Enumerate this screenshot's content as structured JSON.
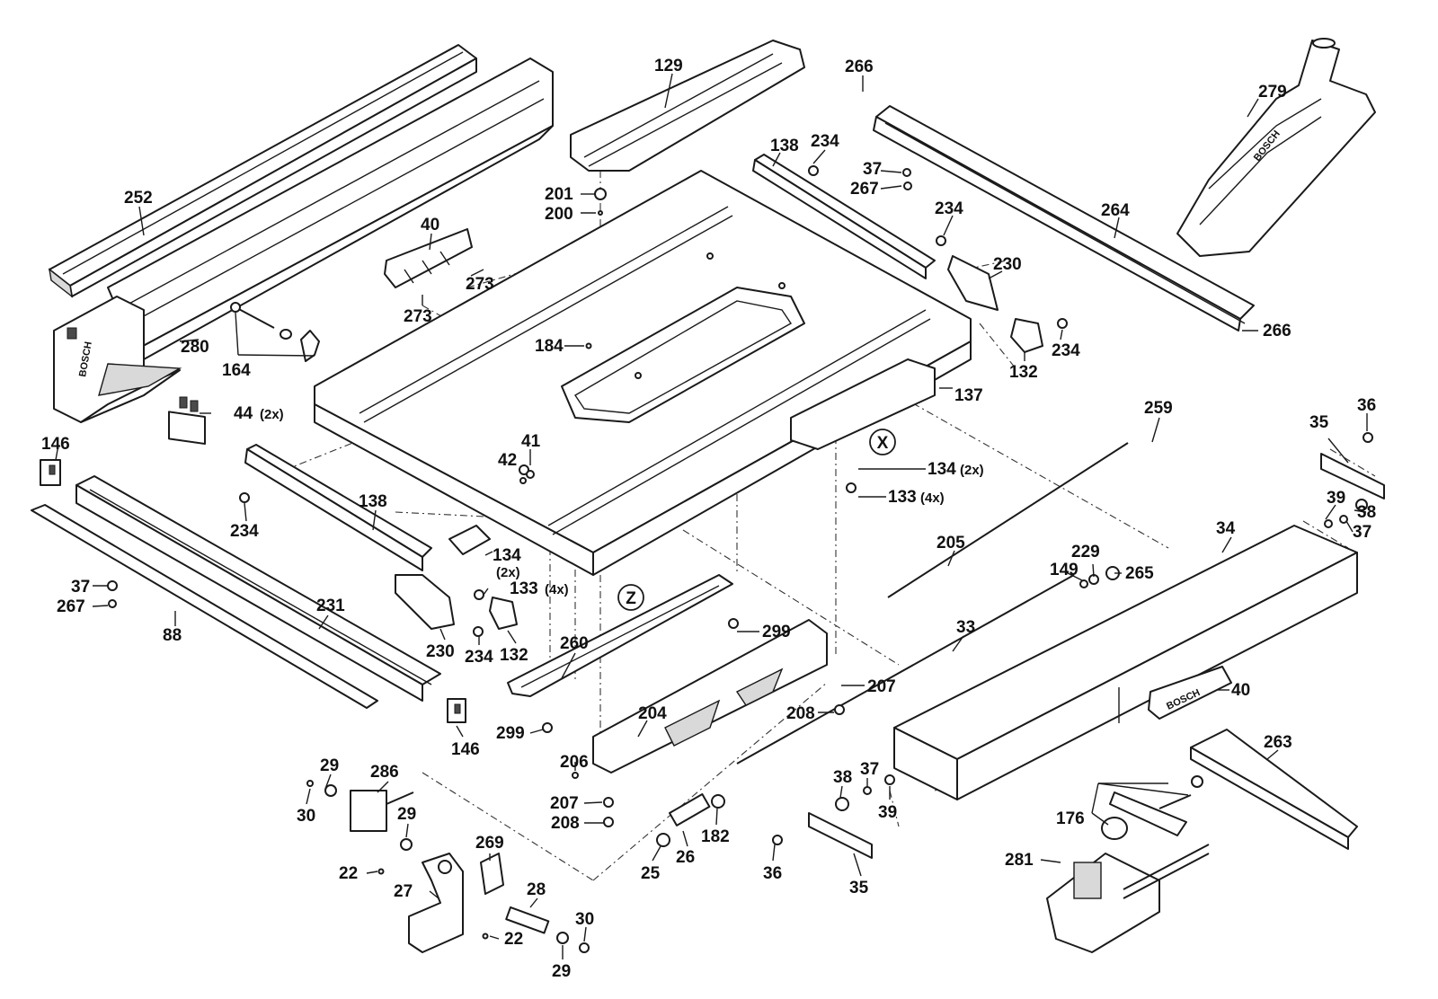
{
  "labels": {
    "p129": "129",
    "p266a": "266",
    "p279": "279",
    "p252": "252",
    "p138a": "138",
    "p234a": "234",
    "p37a": "37",
    "p267a": "267",
    "p201": "201",
    "p200": "200",
    "p40a": "40",
    "p234b": "234",
    "p264": "264",
    "p273a": "273",
    "p273b": "273",
    "p230a": "230",
    "p280": "280",
    "p164": "164",
    "p184": "184",
    "p266b": "266",
    "p234c": "234",
    "p132a": "132",
    "p44": "44",
    "p44q": "(2x)",
    "p137": "137",
    "p259": "259",
    "p36a": "36",
    "p146a": "146",
    "p41": "41",
    "p42": "42",
    "p35a": "35",
    "p134a": "134",
    "p134aq": "(2x)",
    "p133a": "133",
    "p133aq": "(4x)",
    "p138b": "138",
    "p39a": "39",
    "p38a": "38",
    "p37b": "37",
    "p234d": "234",
    "p205": "205",
    "p34": "34",
    "p134b": "134",
    "p134bq": "(2x)",
    "p229": "229",
    "p149": "149",
    "p265": "265",
    "p37c": "37",
    "p133b": "133",
    "p133bq": "(4x)",
    "p231": "231",
    "p267b": "267",
    "p299a": "299",
    "p88": "88",
    "p260": "260",
    "p33": "33",
    "p230b": "230",
    "p234e": "234",
    "p132b": "132",
    "p207a": "207",
    "p40b": "40",
    "p204": "204",
    "p208a": "208",
    "p299b": "299",
    "p146b": "146",
    "p263": "263",
    "p206": "206",
    "p29a": "29",
    "p286": "286",
    "p37d": "37",
    "p38b": "38",
    "p30a": "30",
    "p29b": "29",
    "p207b": "207",
    "p39b": "39",
    "p176": "176",
    "p269": "269",
    "p208b": "208",
    "p182": "182",
    "p22a": "22",
    "p26": "26",
    "p25": "25",
    "p281": "281",
    "p36b": "36",
    "p27": "27",
    "p28": "28",
    "p35b": "35",
    "p30b": "30",
    "p22b": "22",
    "p29c": "29"
  },
  "markers": {
    "x": "X",
    "z": "Z"
  },
  "brand_text": "BOSCH"
}
